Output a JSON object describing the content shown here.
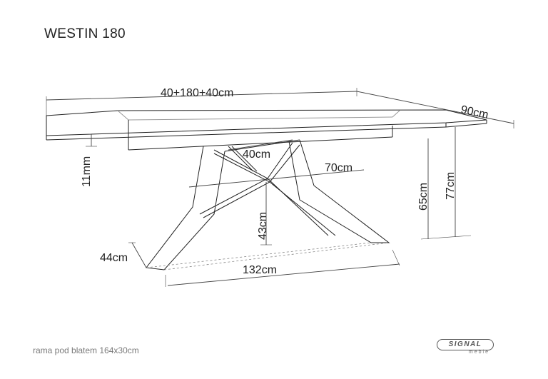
{
  "title": "WESTIN 180",
  "footnote": "rama pod blatem 164x30cm",
  "logo": {
    "word": "SIGNAL",
    "sub": "meble"
  },
  "dimensions": {
    "length": "40+180+40cm",
    "depth": "90cm",
    "top_thickness": "11mm",
    "inner_span": "40cm",
    "leg_span": "70cm",
    "inner_height": "43cm",
    "frame_height": "65cm",
    "total_height": "77cm",
    "base_depth": "44cm",
    "base_length": "132cm"
  },
  "colors": {
    "line": "#222222",
    "dim_line": "#444444",
    "dashed": "#888888"
  }
}
